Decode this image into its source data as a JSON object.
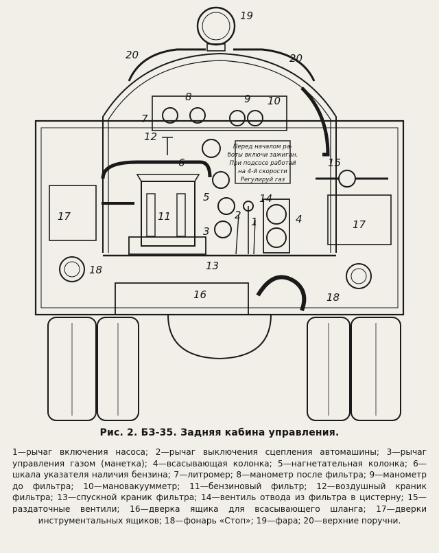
{
  "figure": {
    "labels": {
      "l1": "1",
      "l2": "2",
      "l3": "3",
      "l4": "4",
      "l5": "5",
      "l6": "6",
      "l7": "7",
      "l8": "8",
      "l9": "9",
      "l10": "10",
      "l11": "11",
      "l12": "12",
      "l13": "13",
      "l14": "14",
      "l15": "15",
      "l16": "16",
      "l17a": "17",
      "l17b": "17",
      "l18a": "18",
      "l18b": "18",
      "l19": "19",
      "l20a": "20",
      "l20b": "20"
    },
    "plate_lines": [
      "Перед началом ра-",
      "боты включи зажиган.",
      "При подсосе работай",
      "на 4-й скорости",
      "Регулируй газ"
    ]
  },
  "caption": "Рис. 2. БЗ-35. Задняя кабина управления.",
  "legend": [
    "1—рычаг включения насоса;",
    "2—рычаг выключения сцепления автомашины;",
    "3—рычаг управления газом (манетка);",
    "4—всасывающая колонка;",
    "5—нагнетательная колонка;",
    "6—шкала указателя наличия бензина;",
    "7—литромер;",
    "8—манометр после фильтра;",
    "9—манометр до фильтра;",
    "10—мановакуумметр;",
    "11—бензиновый фильтр;",
    "12—воздушный краник фильтра;",
    "13—спускной краник фильтра;",
    "14—вентиль отвода из фильтра в цистерну;",
    "15—раздаточные вентили;",
    "16—дверка ящика для всасывающего шланга;",
    "17—дверки инструментальных ящиков;",
    "18—фонарь «Стоп»;",
    "19—фара;",
    "20—верхние поручни."
  ]
}
